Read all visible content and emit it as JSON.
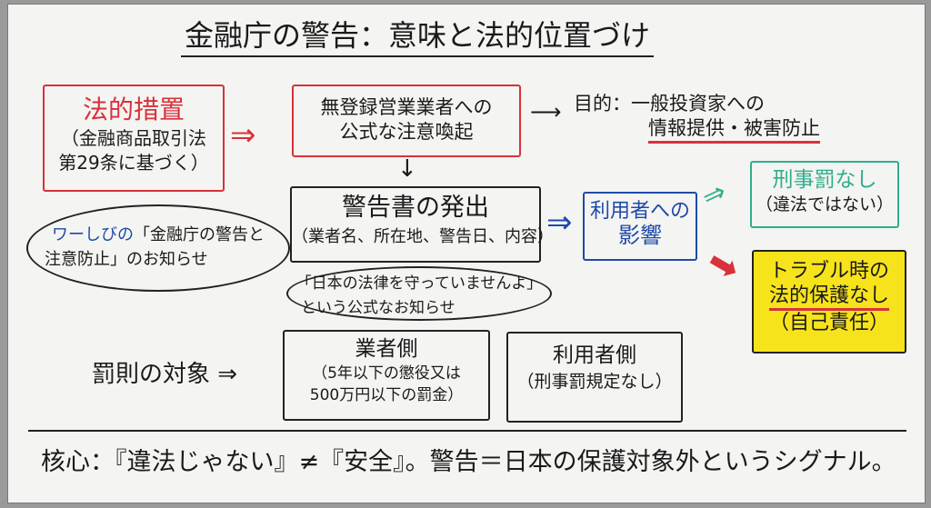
{
  "title": "金融庁の警告：意味と法的位置づけ",
  "legal_measure": {
    "heading": "法的措置",
    "line1": "（金融商品取引法",
    "line2": "第29条に基づく）"
  },
  "bubble_left": {
    "prefix": "ワーしびの",
    "line1": "「金融庁の警告と",
    "line2": "注意防止」のお知らせ"
  },
  "notice": {
    "line1": "無登録営業業者への",
    "line2": "公式な注意喚起"
  },
  "purpose": {
    "line1": "目的：一般投資家への",
    "line2": "情報提供・被害防止"
  },
  "warning_letter": {
    "heading": "警告書の発出",
    "detail": "（業者名、所在地、警告日、内容）"
  },
  "bubble_mid": {
    "line1": "「日本の法律を守っていませんよ」",
    "line2": "という公式なお知らせ"
  },
  "user_impact": {
    "line1": "利用者への",
    "line2": "影響"
  },
  "no_criminal": {
    "line1": "刑事罰なし",
    "line2": "（違法ではない）"
  },
  "no_protection": {
    "line1": "トラブル時の",
    "line2": "法的保護なし",
    "line3": "（自己責任）"
  },
  "penalty": {
    "label": "罰則の対象"
  },
  "business_side": {
    "heading": "業者側",
    "line1": "（5年以下の懲役又は",
    "line2": "500万円以下の罰金）"
  },
  "user_side": {
    "heading": "利用者側",
    "line1": "（刑事罰規定なし）"
  },
  "core": {
    "text": "核心：『違法じゃない』≠『安全』。警告＝日本の保護対象外というシグナル。"
  }
}
